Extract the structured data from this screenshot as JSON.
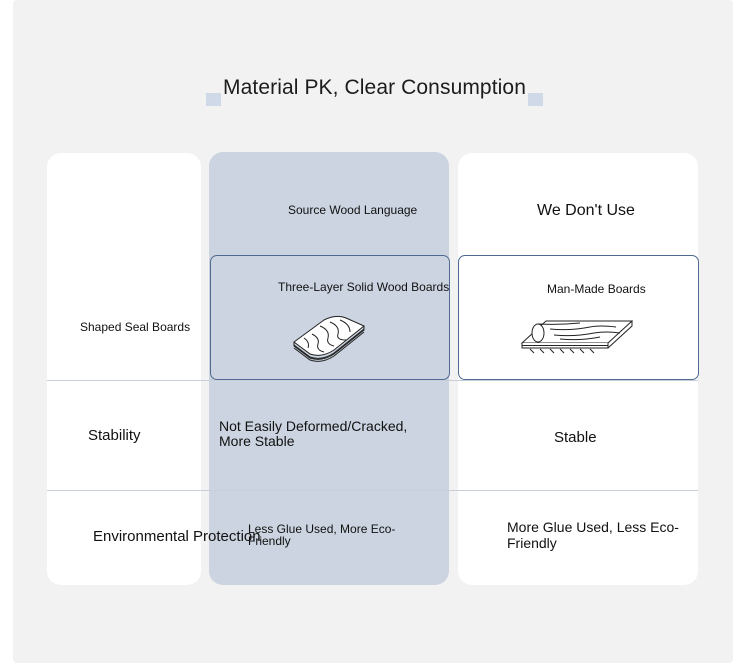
{
  "header": {
    "title": "Material PK, Clear Consumption"
  },
  "columns": {
    "source": "Source Wood Language",
    "competitor": "We Don't Use"
  },
  "rows": {
    "material": {
      "label": "Shaped Seal Boards",
      "source": "Three-Layer Solid Wood Boards",
      "competitor": "Man-Made Boards",
      "source_icon": "layered-wood-board-icon",
      "competitor_icon": "plywood-sheet-icon"
    },
    "stability": {
      "label": "Stability",
      "source": "Not Easily Deformed/Cracked, More Stable",
      "competitor": "Stable"
    },
    "environment": {
      "label": "Environmental Protection",
      "source": "Less Glue Used, More Eco-Friendly",
      "competitor": "More Glue Used, Less Eco-Friendly"
    }
  },
  "colors": {
    "highlight_column": "#cbd4e0",
    "accent_border": "#4e6a90",
    "panel_bg": "#f2f2f2"
  }
}
